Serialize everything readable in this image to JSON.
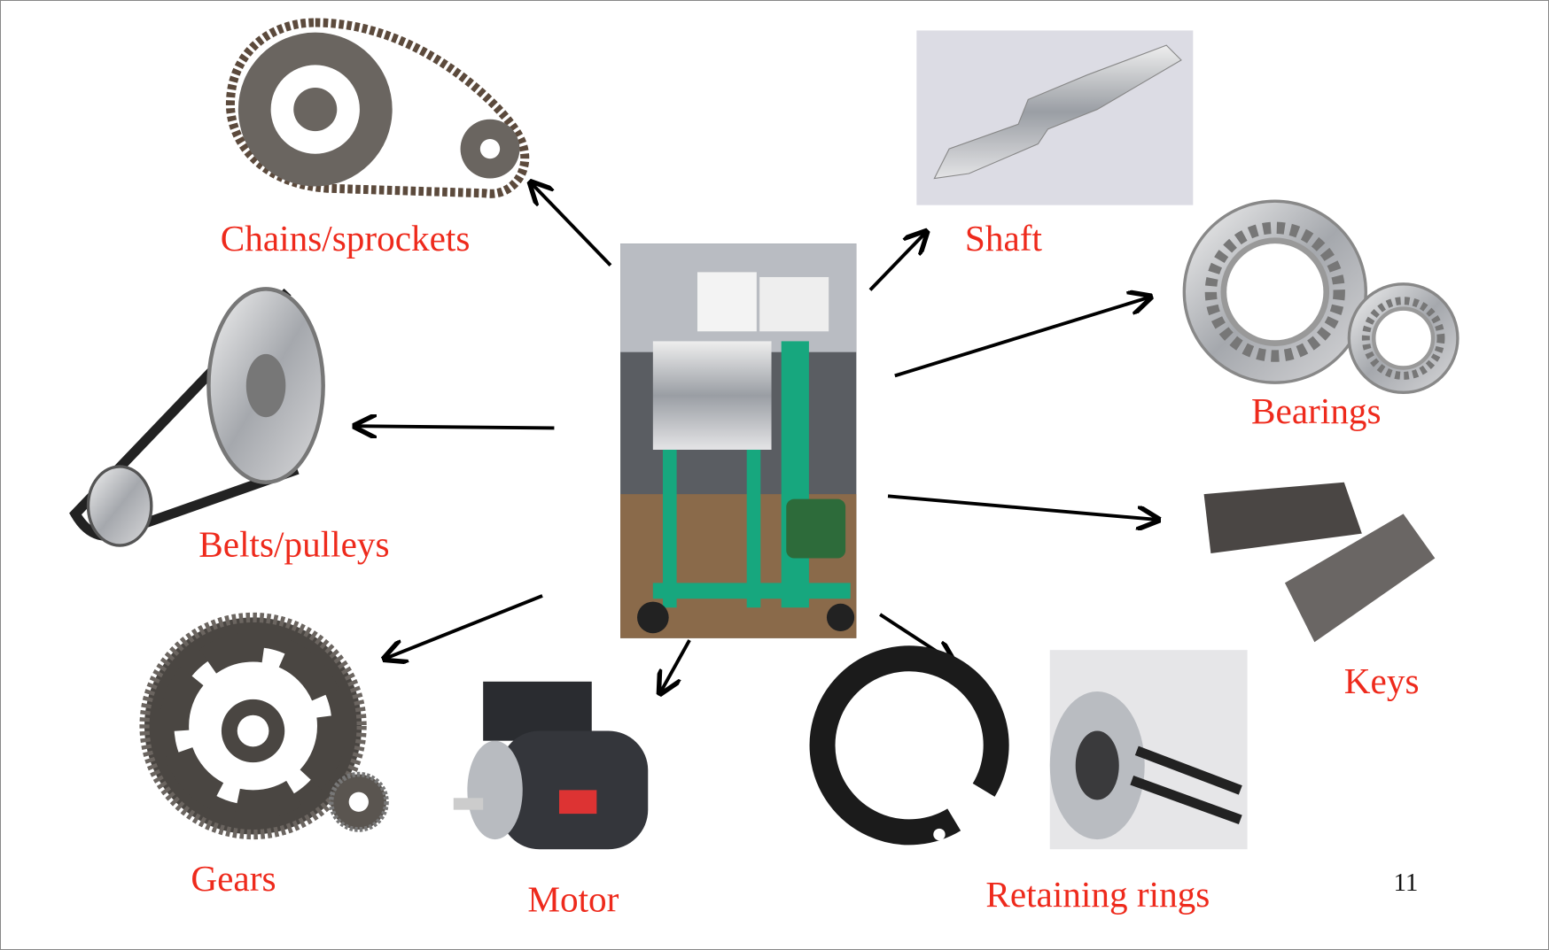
{
  "slide": {
    "page_number": "11",
    "label_color": "#ee2a1c",
    "center_image": "machine-photo",
    "components": [
      {
        "id": "chains",
        "label": "Chains/sprockets"
      },
      {
        "id": "belts",
        "label": "Belts/pulleys"
      },
      {
        "id": "gears",
        "label": "Gears"
      },
      {
        "id": "motor",
        "label": "Motor"
      },
      {
        "id": "shaft",
        "label": "Shaft"
      },
      {
        "id": "bearings",
        "label": "Bearings"
      },
      {
        "id": "keys",
        "label": "Keys"
      },
      {
        "id": "rings",
        "label": "Retaining rings"
      }
    ]
  }
}
